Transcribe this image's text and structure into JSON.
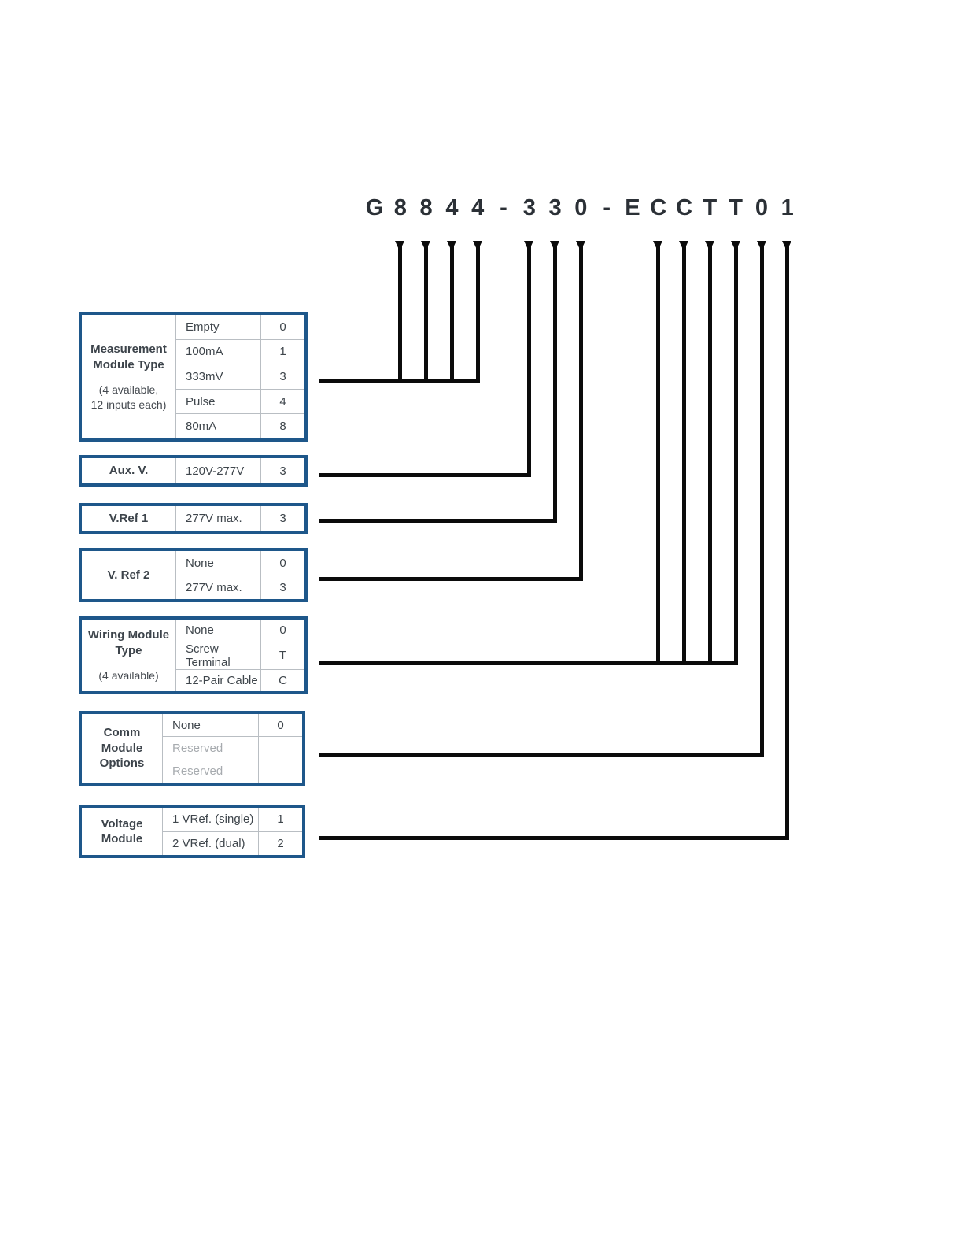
{
  "part_number": {
    "display": "G 8 8 4 4 - 3 3 0 - E C C T T 0 1",
    "characters": [
      "G",
      "8",
      "8",
      "4",
      "4",
      "-",
      "3",
      "3",
      "0",
      "-",
      "E",
      "C",
      "C",
      "T",
      "T",
      "0",
      "1"
    ]
  },
  "colors": {
    "table_border": "#1e578a",
    "line": "#0b0b0b",
    "grid": "#b9bec3",
    "text_dark": "#3f464c",
    "muted_text": "#a7abaf",
    "part_number_text": "#2b3036"
  },
  "tables": [
    {
      "id": "measurement",
      "label": "Measurement Module Type",
      "label_lines": [
        "Measurement",
        "Module Type"
      ],
      "note": "(4 available, 12 inputs each)",
      "note_lines": [
        "(4 available,",
        "12 inputs each)"
      ],
      "rows": [
        {
          "option": "Empty",
          "value": "0"
        },
        {
          "option": "100mA",
          "value": "1"
        },
        {
          "option": "333mV",
          "value": "3"
        },
        {
          "option": "Pulse",
          "value": "4"
        },
        {
          "option": "80mA",
          "value": "8"
        }
      ],
      "connected_characters": [
        1,
        2,
        3,
        4
      ]
    },
    {
      "id": "aux-v",
      "label": "Aux. V.",
      "label_lines": [
        "Aux. V."
      ],
      "rows": [
        {
          "option": "120V-277V",
          "value": "3"
        }
      ],
      "connected_characters": [
        6
      ]
    },
    {
      "id": "v-ref-1",
      "label": "V.Ref 1",
      "label_lines": [
        "V.Ref 1"
      ],
      "rows": [
        {
          "option": "277V max.",
          "value": "3"
        }
      ],
      "connected_characters": [
        7
      ]
    },
    {
      "id": "v-ref-2",
      "label": "V. Ref 2",
      "label_lines": [
        "V. Ref 2"
      ],
      "rows": [
        {
          "option": "None",
          "value": "0"
        },
        {
          "option": "277V max.",
          "value": "3"
        }
      ],
      "connected_characters": [
        8
      ]
    },
    {
      "id": "wiring-module-type",
      "label": "Wiring Module Type",
      "label_lines": [
        "Wiring Module",
        "Type"
      ],
      "note": "(4 available)",
      "note_lines": [
        "(4 available)"
      ],
      "rows": [
        {
          "option": "None",
          "value": "0"
        },
        {
          "option": "Screw Terminal",
          "value": "T"
        },
        {
          "option": "12-Pair Cable",
          "value": "C"
        }
      ],
      "connected_characters": [
        11,
        12,
        13,
        14
      ]
    },
    {
      "id": "comm-module-options",
      "label": "Comm Module Options",
      "label_lines": [
        "Comm",
        "Module",
        "Options"
      ],
      "rows": [
        {
          "option": "None",
          "value": "0"
        },
        {
          "option": "Reserved",
          "value": "",
          "muted": true
        },
        {
          "option": "Reserved",
          "value": "",
          "muted": true
        }
      ],
      "connected_characters": [
        15
      ]
    },
    {
      "id": "voltage-module",
      "label": "Voltage Module",
      "label_lines": [
        "Voltage",
        "Module"
      ],
      "rows": [
        {
          "option": "1 VRef. (single)",
          "value": "1"
        },
        {
          "option": "2 VRef. (dual)",
          "value": "2"
        }
      ],
      "connected_characters": [
        16
      ]
    }
  ]
}
